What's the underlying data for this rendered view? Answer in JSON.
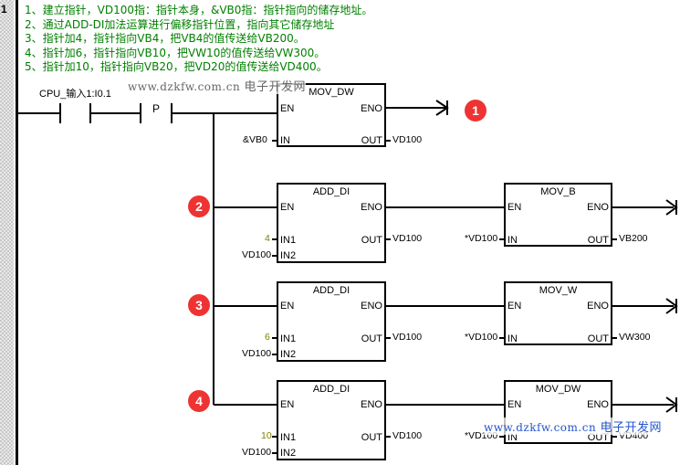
{
  "rung": {
    "number": "1"
  },
  "comments": [
    "1、建立指针，VD100指：指针本身，&VB0指：指针指向的储存地址。",
    "2、通过ADD-DI加法运算进行偏移指针位置，指向其它储存地址",
    "3、指针加4，指针指向VB4，把VB4的值传送给VB200。",
    "4、指针加6，指针指向VB10，把VW10的值传送给VW300。",
    "5、指针加10，指针指向VB20，把VD20的值传送给VD400。"
  ],
  "watermark": {
    "url": "www.dzkfw.com.cn",
    "site": "电子开发网"
  },
  "contact": {
    "label": "CPU_输入1:I0.1",
    "edge": "P"
  },
  "colors": {
    "comment": "#008000",
    "badge": "#ee3333",
    "constant": "#808000",
    "watermark_blue": "#2255cc"
  },
  "blocks": [
    {
      "title": "MOV_DW",
      "en": "EN",
      "eno": "ENO",
      "in1_pin": "IN",
      "out_pin": "OUT",
      "in1": "&VB0",
      "out": "VD100",
      "badge": "1"
    },
    {
      "title": "ADD_DI",
      "en": "EN",
      "eno": "ENO",
      "in1_pin": "IN1",
      "in2_pin": "IN2",
      "out_pin": "OUT",
      "in1": "4",
      "in2": "VD100",
      "out": "VD100",
      "badge": "2"
    },
    {
      "title": "MOV_B",
      "en": "EN",
      "eno": "ENO",
      "in1_pin": "IN",
      "out_pin": "OUT",
      "in1": "*VD100",
      "out": "VB200"
    },
    {
      "title": "ADD_DI",
      "en": "EN",
      "eno": "ENO",
      "in1_pin": "IN1",
      "in2_pin": "IN2",
      "out_pin": "OUT",
      "in1": "6",
      "in2": "VD100",
      "out": "VD100",
      "badge": "3"
    },
    {
      "title": "MOV_W",
      "en": "EN",
      "eno": "ENO",
      "in1_pin": "IN",
      "out_pin": "OUT",
      "in1": "*VD100",
      "out": "VW300"
    },
    {
      "title": "ADD_DI",
      "en": "EN",
      "eno": "ENO",
      "in1_pin": "IN1",
      "in2_pin": "IN2",
      "out_pin": "OUT",
      "in1": "10",
      "in2": "VD100",
      "out": "VD100",
      "badge": "4"
    },
    {
      "title": "MOV_DW",
      "en": "EN",
      "eno": "ENO",
      "in1_pin": "IN",
      "out_pin": "OUT",
      "in1": "*VD100",
      "out": "VD400"
    }
  ]
}
